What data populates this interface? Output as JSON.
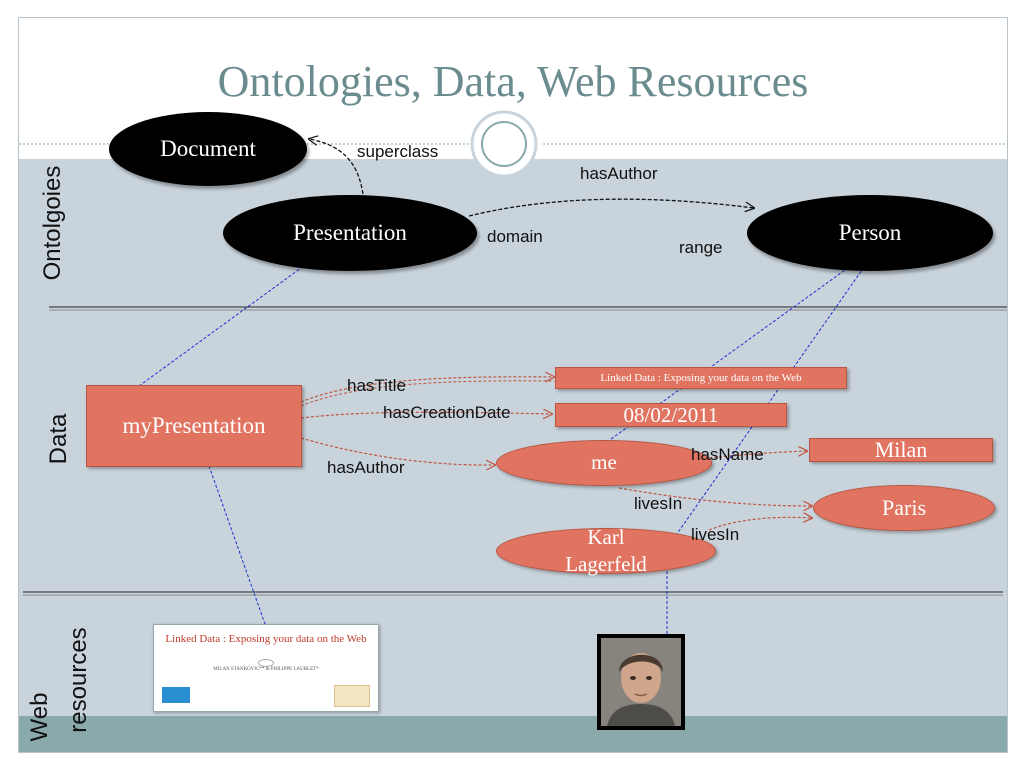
{
  "title": "Ontologies, Data, Web Resources",
  "sections": {
    "ontologies": "Ontolgoies",
    "data": "Data",
    "web_line1": "Web",
    "web_line2": "resources"
  },
  "ontology_nodes": {
    "document": "Document",
    "presentation": "Presentation",
    "person": "Person"
  },
  "ontology_edges": {
    "superclass": "superclass",
    "has_author": "hasAuthor",
    "domain": "domain",
    "range": "range"
  },
  "data_nodes": {
    "my_presentation": "myPresentation",
    "title_value": "Linked Data : Exposing your data on the Web",
    "date_value": "08/02/2011",
    "me": "me",
    "karl_line1": "Karl",
    "karl_line2": "Lagerfeld",
    "milan": "Milan",
    "paris": "Paris"
  },
  "data_edges": {
    "has_title": "hasTitle",
    "has_creation_date": "hasCreationDate",
    "has_author": "hasAuthor",
    "has_name": "hasName",
    "lives_in_1": "livesIn",
    "lives_in_2": "livesIn"
  },
  "web_resources": {
    "thumbnail_title": "Linked Data : Exposing your data on the Web",
    "thumbnail_authors": "MILAN STANKOVIC** & PHILIPPE LAUBLET*",
    "photo_icon": "portrait-photo-icon"
  },
  "colors": {
    "title": "#6b8c8f",
    "background": "#c9d3db",
    "band": "#8aa9ab",
    "data_node": "#e07461",
    "link_line": "#1a2fd6"
  }
}
